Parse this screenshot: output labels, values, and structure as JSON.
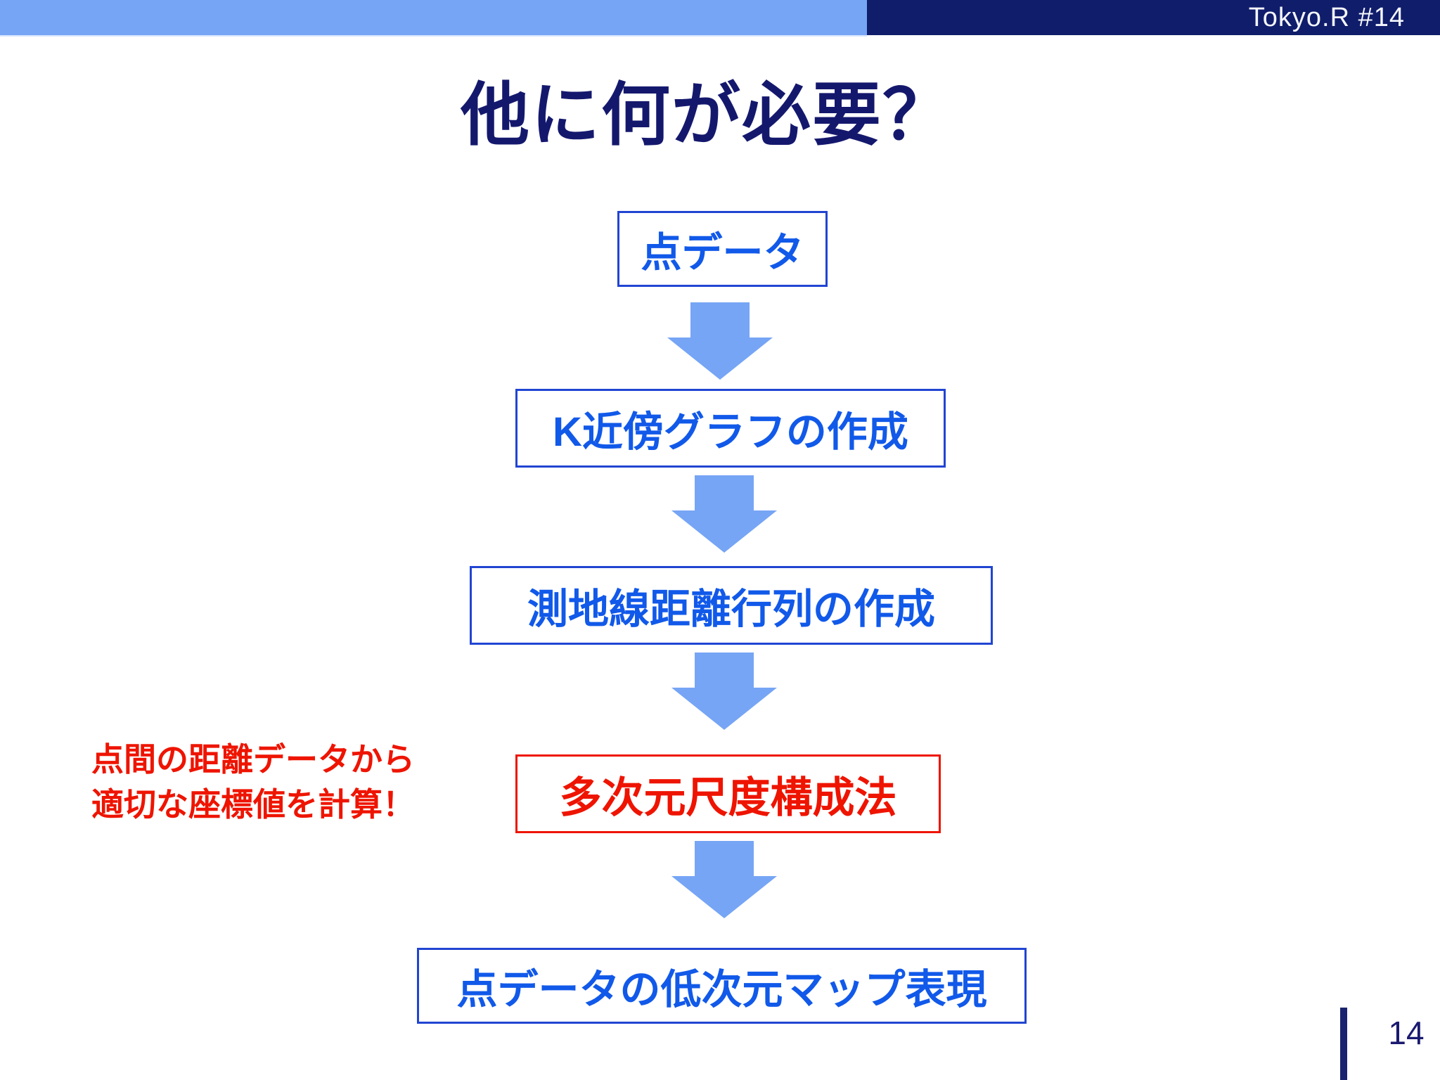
{
  "header": {
    "badge": "Tokyo.R #14"
  },
  "title": "他に何が必要？",
  "flow": {
    "steps": [
      {
        "label": "点データ",
        "style": "blue"
      },
      {
        "label": "K近傍グラフの作成",
        "style": "blue"
      },
      {
        "label": "測地線距離行列の作成",
        "style": "blue"
      },
      {
        "label": "多次元尺度構成法",
        "style": "red"
      },
      {
        "label": "点データの低次元マップ表現",
        "style": "blue"
      }
    ],
    "connector": "down-arrow"
  },
  "annotation": {
    "line1": "点間の距離データから",
    "line2": "適切な座標値を計算！"
  },
  "footer": {
    "page_number": "14"
  },
  "colors": {
    "top_bar_blue": "#76a5f5",
    "navy": "#101d6b",
    "title_navy": "#14186d",
    "box_blue_border": "#2145d2",
    "box_blue_text": "#1159e9",
    "box_red": "#ee1400",
    "arrow_blue": "#76a5f5",
    "footer_navy": "#1a2370"
  }
}
